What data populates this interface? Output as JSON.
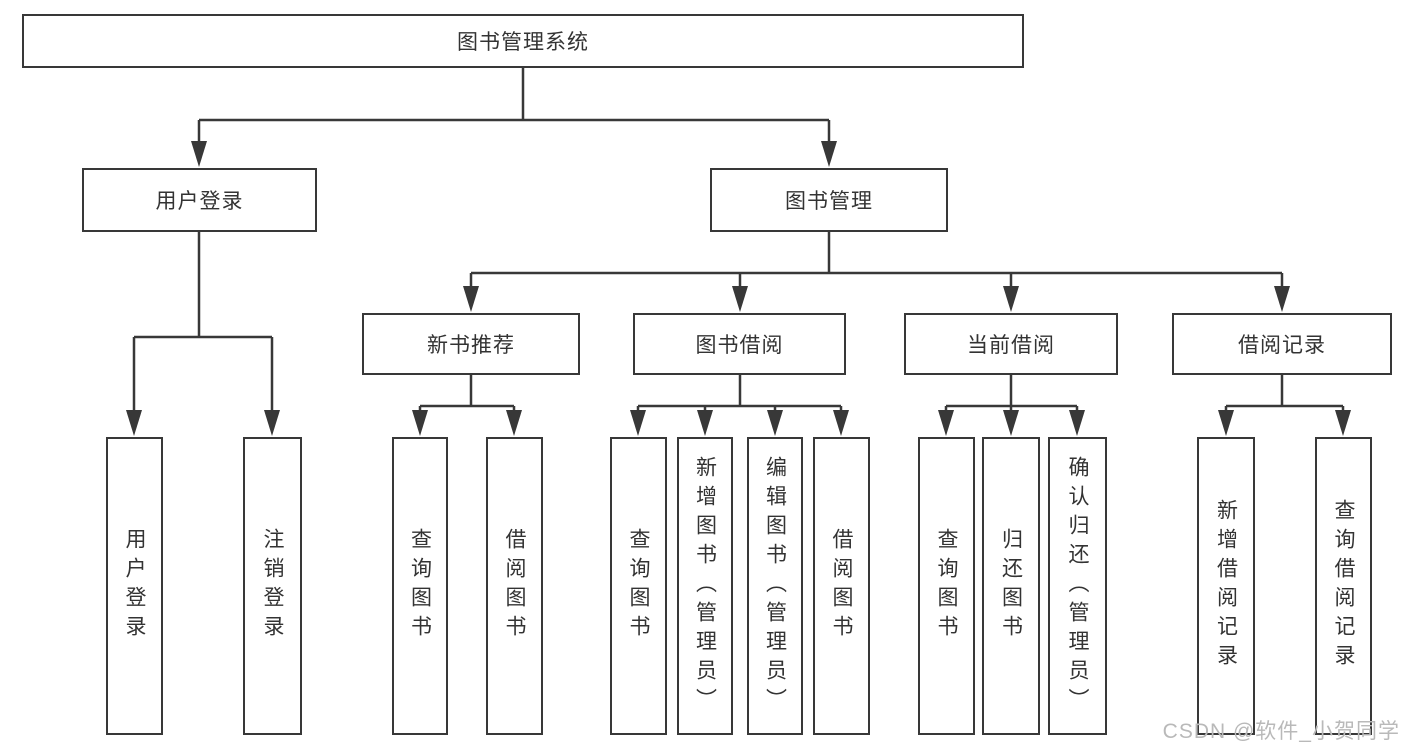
{
  "diagram": {
    "title": "图书管理系统",
    "branches": [
      {
        "label": "用户登录",
        "children": [
          "用户登录",
          "注销登录"
        ]
      },
      {
        "label": "图书管理",
        "children": [
          {
            "label": "新书推荐",
            "children": [
              "查询图书",
              "借阅图书"
            ]
          },
          {
            "label": "图书借阅",
            "children": [
              "查询图书",
              "新增图书（管理员）",
              "编辑图书（管理员）",
              "借阅图书"
            ]
          },
          {
            "label": "当前借阅",
            "children": [
              "查询图书",
              "归还图书",
              "确认归还（管理员）"
            ]
          },
          {
            "label": "借阅记录",
            "children": [
              "新增借阅记录",
              "查询借阅记录"
            ]
          }
        ]
      }
    ],
    "line_color": "#383838",
    "text_color": "#333333"
  },
  "watermark": "CSDN @软件_小贺同学"
}
